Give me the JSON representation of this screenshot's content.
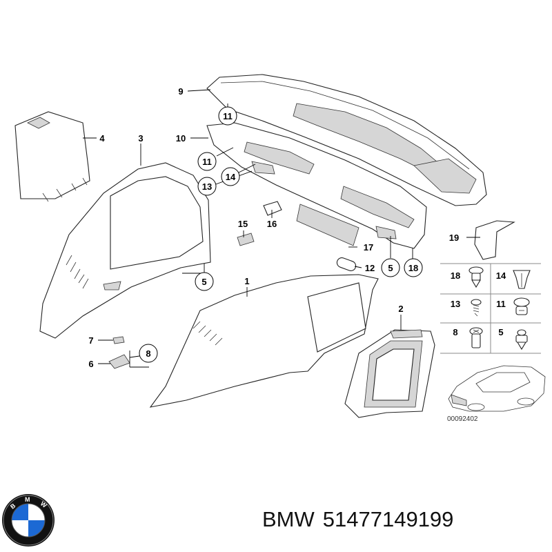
{
  "callouts": {
    "c1": "1",
    "c2": "2",
    "c3": "3",
    "c4": "4",
    "c5a": "5",
    "c5b": "5",
    "c6": "6",
    "c7": "7",
    "c8": "8",
    "c9": "9",
    "c10": "10",
    "c11a": "11",
    "c11b": "11",
    "c12": "12",
    "c13": "13",
    "c14": "14",
    "c15": "15",
    "c16": "16",
    "c17": "17",
    "c18": "18",
    "c19": "19"
  },
  "legend": {
    "items": [
      "18",
      "14",
      "13",
      "11",
      "8",
      "5"
    ]
  },
  "reference_code": "00092402",
  "brand": {
    "name": "BMW",
    "part_number": "51477149199",
    "logo_letters": "BMW"
  },
  "colors": {
    "outline": "#222222",
    "shade": "#d6d6d6",
    "logo_blue": "#1c69d4",
    "logo_ring": "#111111"
  }
}
